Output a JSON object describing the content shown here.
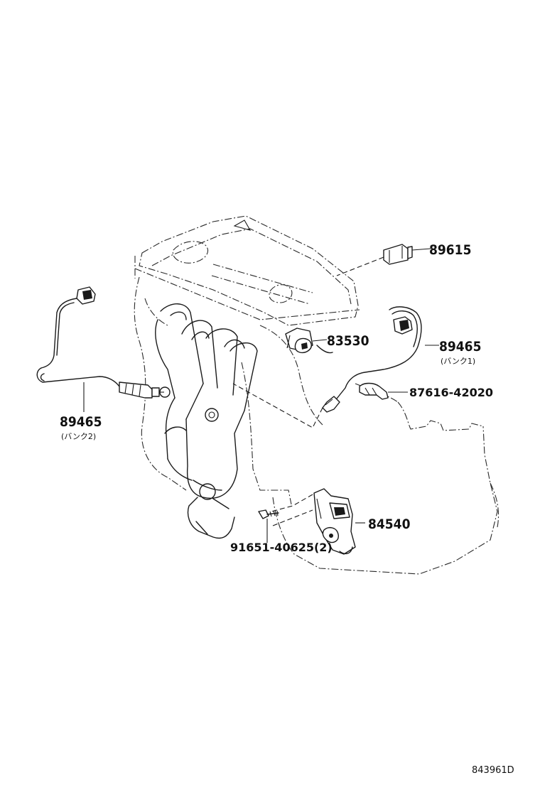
{
  "parts": {
    "p89615": "89615",
    "p83530": "83530",
    "p89465_right": "89465",
    "p89465_right_note": "(バンク1)",
    "p87616": "87616-42020",
    "p89465_left": "89465",
    "p89465_left_note": "(バンク2)",
    "p84540": "84540",
    "p91651": "91651-40625(2)"
  },
  "reference_code": "843961D"
}
